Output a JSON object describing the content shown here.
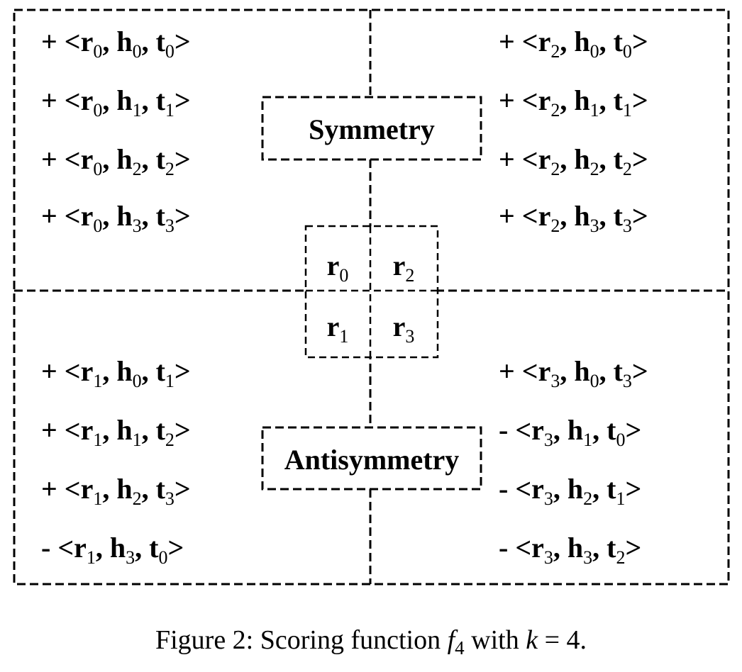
{
  "caption": {
    "prefix": "Figure 2: Scoring function ",
    "f_symbol": "f",
    "f_sub": "4",
    "middle": " with ",
    "k_symbol": "k",
    "equals": "=",
    "value": "4."
  },
  "labels": {
    "symmetry": "Symmetry",
    "antisymmetry": "Antisymmetry"
  },
  "center_cells": [
    {
      "base": "r",
      "sub": "0"
    },
    {
      "base": "r",
      "sub": "2"
    },
    {
      "base": "r",
      "sub": "1"
    },
    {
      "base": "r",
      "sub": "3"
    }
  ],
  "quadrants": {
    "top_left": [
      {
        "sign": "+",
        "r": "0",
        "h": "0",
        "t": "0"
      },
      {
        "sign": "+",
        "r": "0",
        "h": "1",
        "t": "1"
      },
      {
        "sign": "+",
        "r": "0",
        "h": "2",
        "t": "2"
      },
      {
        "sign": "+",
        "r": "0",
        "h": "3",
        "t": "3"
      }
    ],
    "top_right": [
      {
        "sign": "+",
        "r": "2",
        "h": "0",
        "t": "0"
      },
      {
        "sign": "+",
        "r": "2",
        "h": "1",
        "t": "1"
      },
      {
        "sign": "+",
        "r": "2",
        "h": "2",
        "t": "2"
      },
      {
        "sign": "+",
        "r": "2",
        "h": "3",
        "t": "3"
      }
    ],
    "bottom_left": [
      {
        "sign": "+",
        "r": "1",
        "h": "0",
        "t": "1"
      },
      {
        "sign": "+",
        "r": "1",
        "h": "1",
        "t": "2"
      },
      {
        "sign": "+",
        "r": "1",
        "h": "2",
        "t": "3"
      },
      {
        "sign": "-",
        "r": "1",
        "h": "3",
        "t": "0"
      }
    ],
    "bottom_right": [
      {
        "sign": "+",
        "r": "3",
        "h": "0",
        "t": "3"
      },
      {
        "sign": "-",
        "r": "3",
        "h": "1",
        "t": "0"
      },
      {
        "sign": "-",
        "r": "3",
        "h": "2",
        "t": "1"
      },
      {
        "sign": "-",
        "r": "3",
        "h": "3",
        "t": "2"
      }
    ]
  },
  "symbols": {
    "open": "<",
    "close": ">",
    "r": "r",
    "h": "h",
    "t": "t",
    "comma": ", "
  }
}
